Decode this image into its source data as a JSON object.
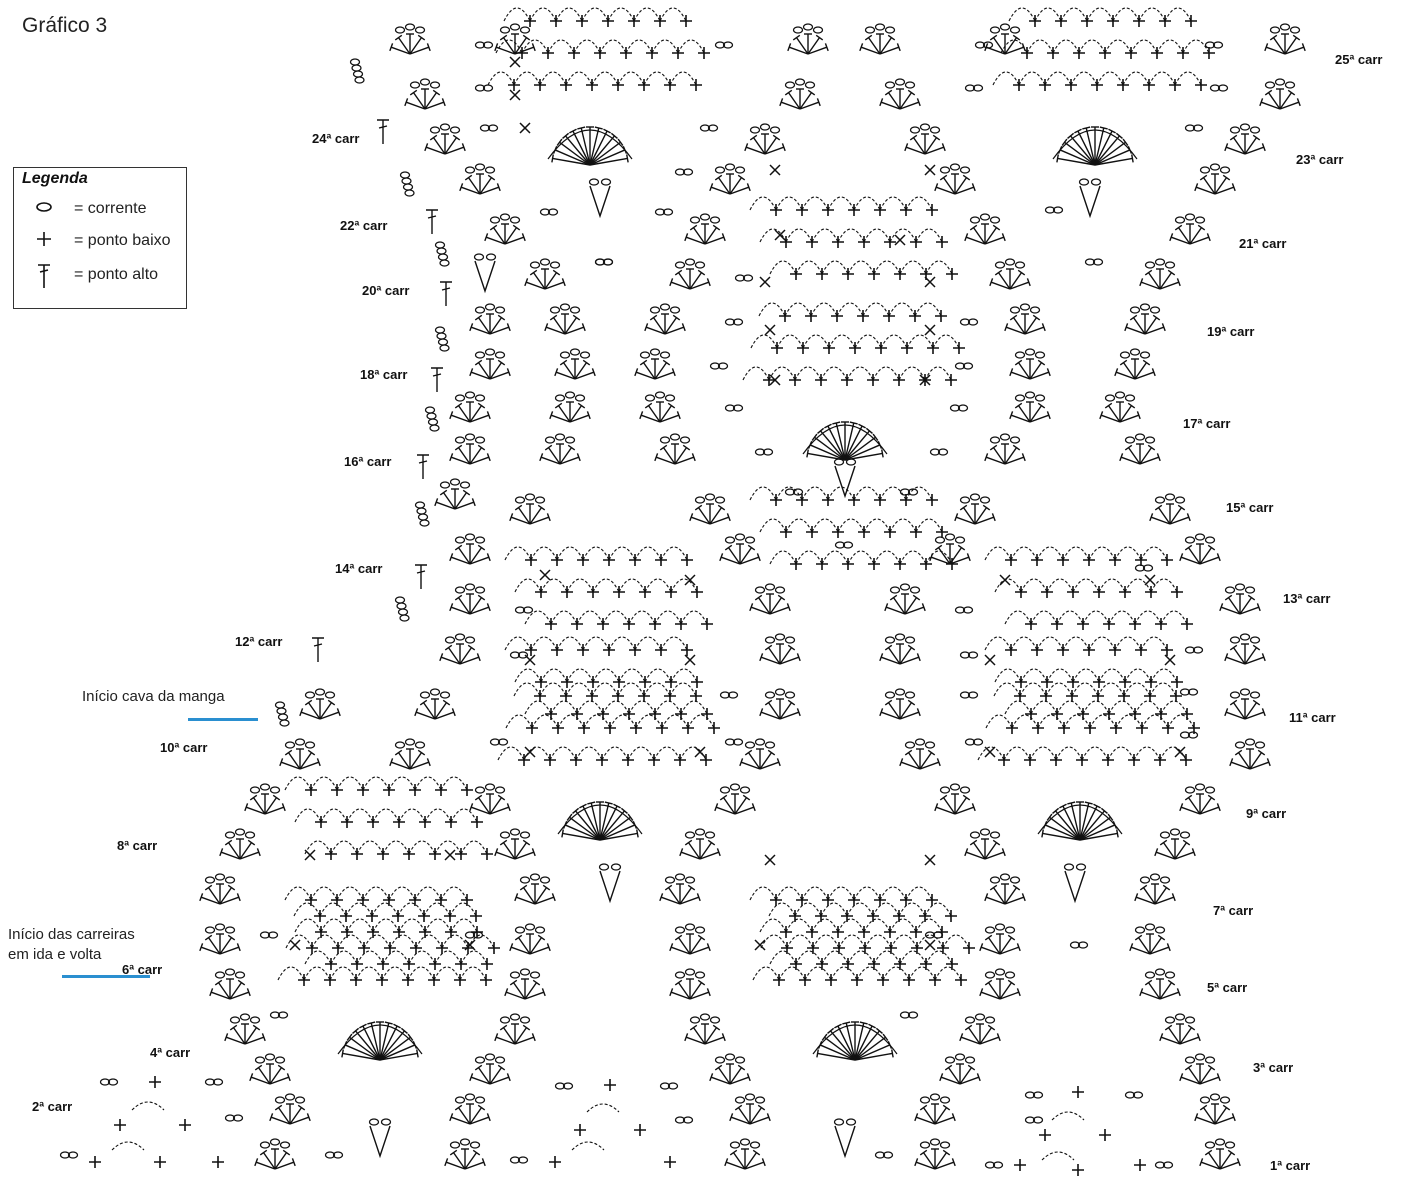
{
  "title": "Gráfico 3",
  "legend": {
    "title": "Legenda",
    "items": [
      {
        "symbol": "chain-icon",
        "label": "= corrente"
      },
      {
        "symbol": "single-crochet-icon",
        "label": "= ponto baixo"
      },
      {
        "symbol": "treble-crochet-icon",
        "label": "= ponto alto"
      }
    ]
  },
  "row_labels": [
    "1ª carr",
    "2ª carr",
    "3ª carr",
    "4ª carr",
    "5ª carr",
    "6ª carr",
    "7ª carr",
    "8ª carr",
    "9ª carr",
    "10ª carr",
    "11ª carr",
    "12ª carr",
    "13ª carr",
    "14ª carr",
    "15ª carr",
    "16ª carr",
    "17ª carr",
    "18ª carr",
    "19ª carr",
    "20ª carr",
    "21ª carr",
    "22ª carr",
    "23ª carr",
    "24ª carr",
    "25ª carr"
  ],
  "notes": {
    "sleeve": "Início cava da manga",
    "rows_line1": "Início das carreiras",
    "rows_line2": "em ida e volta"
  },
  "colors": {
    "ink": "#111111",
    "accent": "#2a8fd0"
  }
}
